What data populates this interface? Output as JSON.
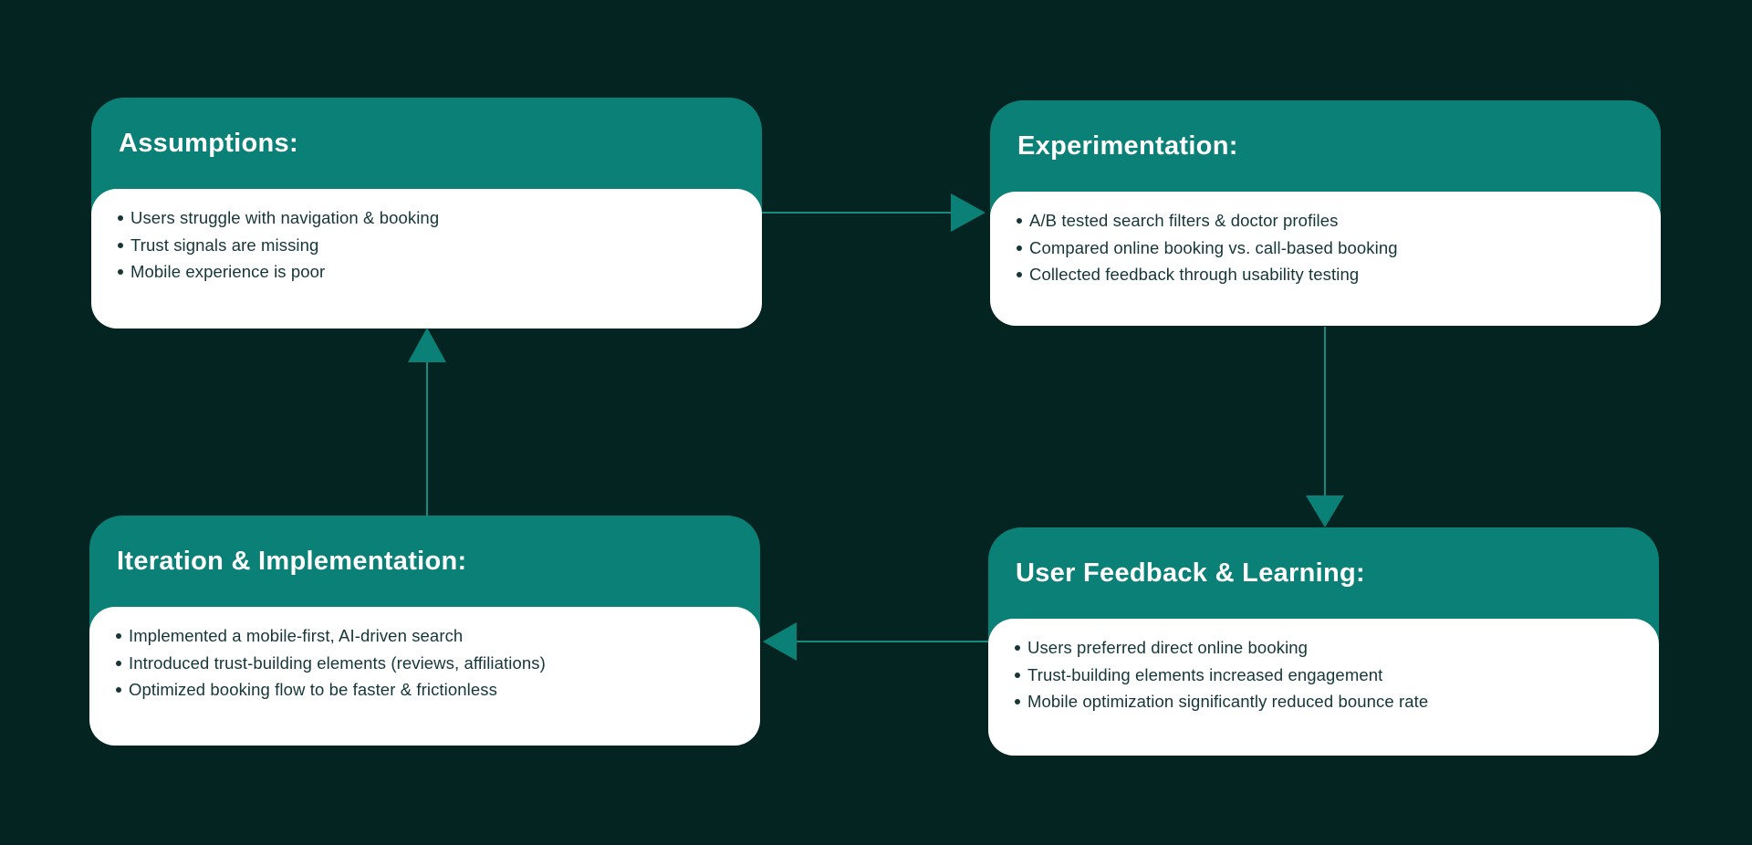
{
  "colors": {
    "background": "#032420",
    "card_header": "#0a8076",
    "card_body": "#ffffff",
    "header_text": "#ffffff",
    "body_text": "#163638",
    "arrow": "#168a7c"
  },
  "cards": [
    {
      "id": "assumptions",
      "title": "Assumptions:",
      "bullets": [
        "Users struggle with navigation & booking",
        "Trust signals are missing",
        "Mobile experience is poor"
      ]
    },
    {
      "id": "experimentation",
      "title": "Experimentation:",
      "bullets": [
        "A/B tested search filters & doctor profiles",
        "Compared online booking vs. call-based booking",
        "Collected feedback through usability testing"
      ]
    },
    {
      "id": "user-feedback",
      "title": "User Feedback & Learning:",
      "bullets": [
        "Users preferred direct online booking",
        "Trust-building elements increased engagement",
        "Mobile optimization significantly reduced bounce rate"
      ]
    },
    {
      "id": "iteration",
      "title": "Iteration & Implementation:",
      "bullets": [
        "Implemented a mobile-first, AI-driven search",
        "Introduced trust-building elements (reviews, affiliations)",
        "Optimized booking flow to be faster & frictionless"
      ]
    }
  ],
  "arrows": [
    {
      "from": "assumptions",
      "to": "experimentation",
      "direction": "right"
    },
    {
      "from": "experimentation",
      "to": "user-feedback",
      "direction": "down"
    },
    {
      "from": "user-feedback",
      "to": "iteration",
      "direction": "left"
    },
    {
      "from": "iteration",
      "to": "assumptions",
      "direction": "up"
    }
  ]
}
